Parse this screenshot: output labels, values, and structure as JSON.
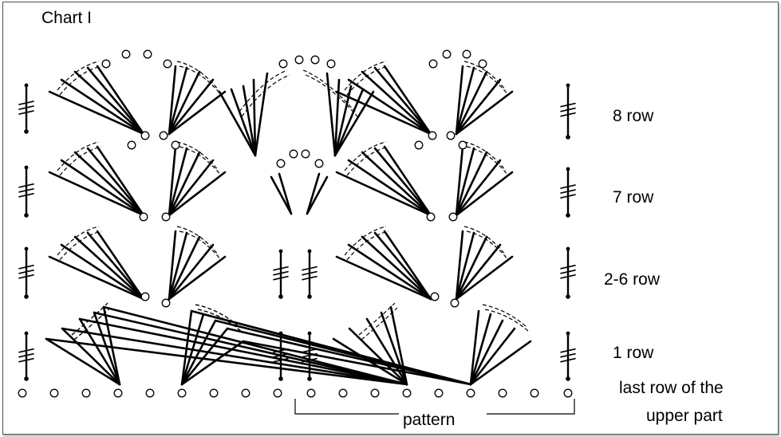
{
  "chart": {
    "title": "Chart I",
    "row_labels": [
      "8 row",
      "7 row",
      "2-6 row",
      "1 row"
    ],
    "foundation_label_line1": "last row of the",
    "foundation_label_line2": "upper part",
    "repeat_label": "pattern",
    "symbols": [
      "chain-stitch-circle",
      "double-treble-crochet",
      "shell-fan"
    ],
    "ink_color": "#000000"
  }
}
